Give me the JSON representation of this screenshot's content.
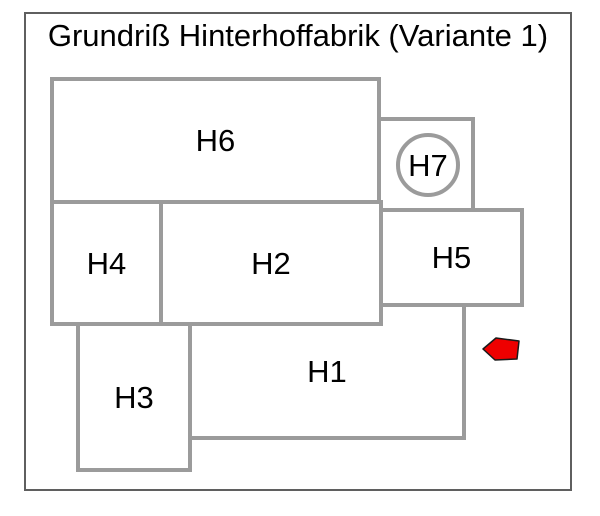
{
  "title": "Grundriß Hinterhoffabrik (Variante 1)",
  "rooms": {
    "h1": "H1",
    "h2": "H2",
    "h3": "H3",
    "h4": "H4",
    "h5": "H5",
    "h6": "H6",
    "h7": "H7"
  },
  "marker": {
    "type": "entrance-arrow",
    "direction": "left",
    "color": "#ee0000",
    "outline": "#1a1a1a"
  },
  "colors": {
    "wall": "#9b9b9b",
    "frame": "#5f5f5f",
    "text": "#000000",
    "background": "#ffffff"
  }
}
